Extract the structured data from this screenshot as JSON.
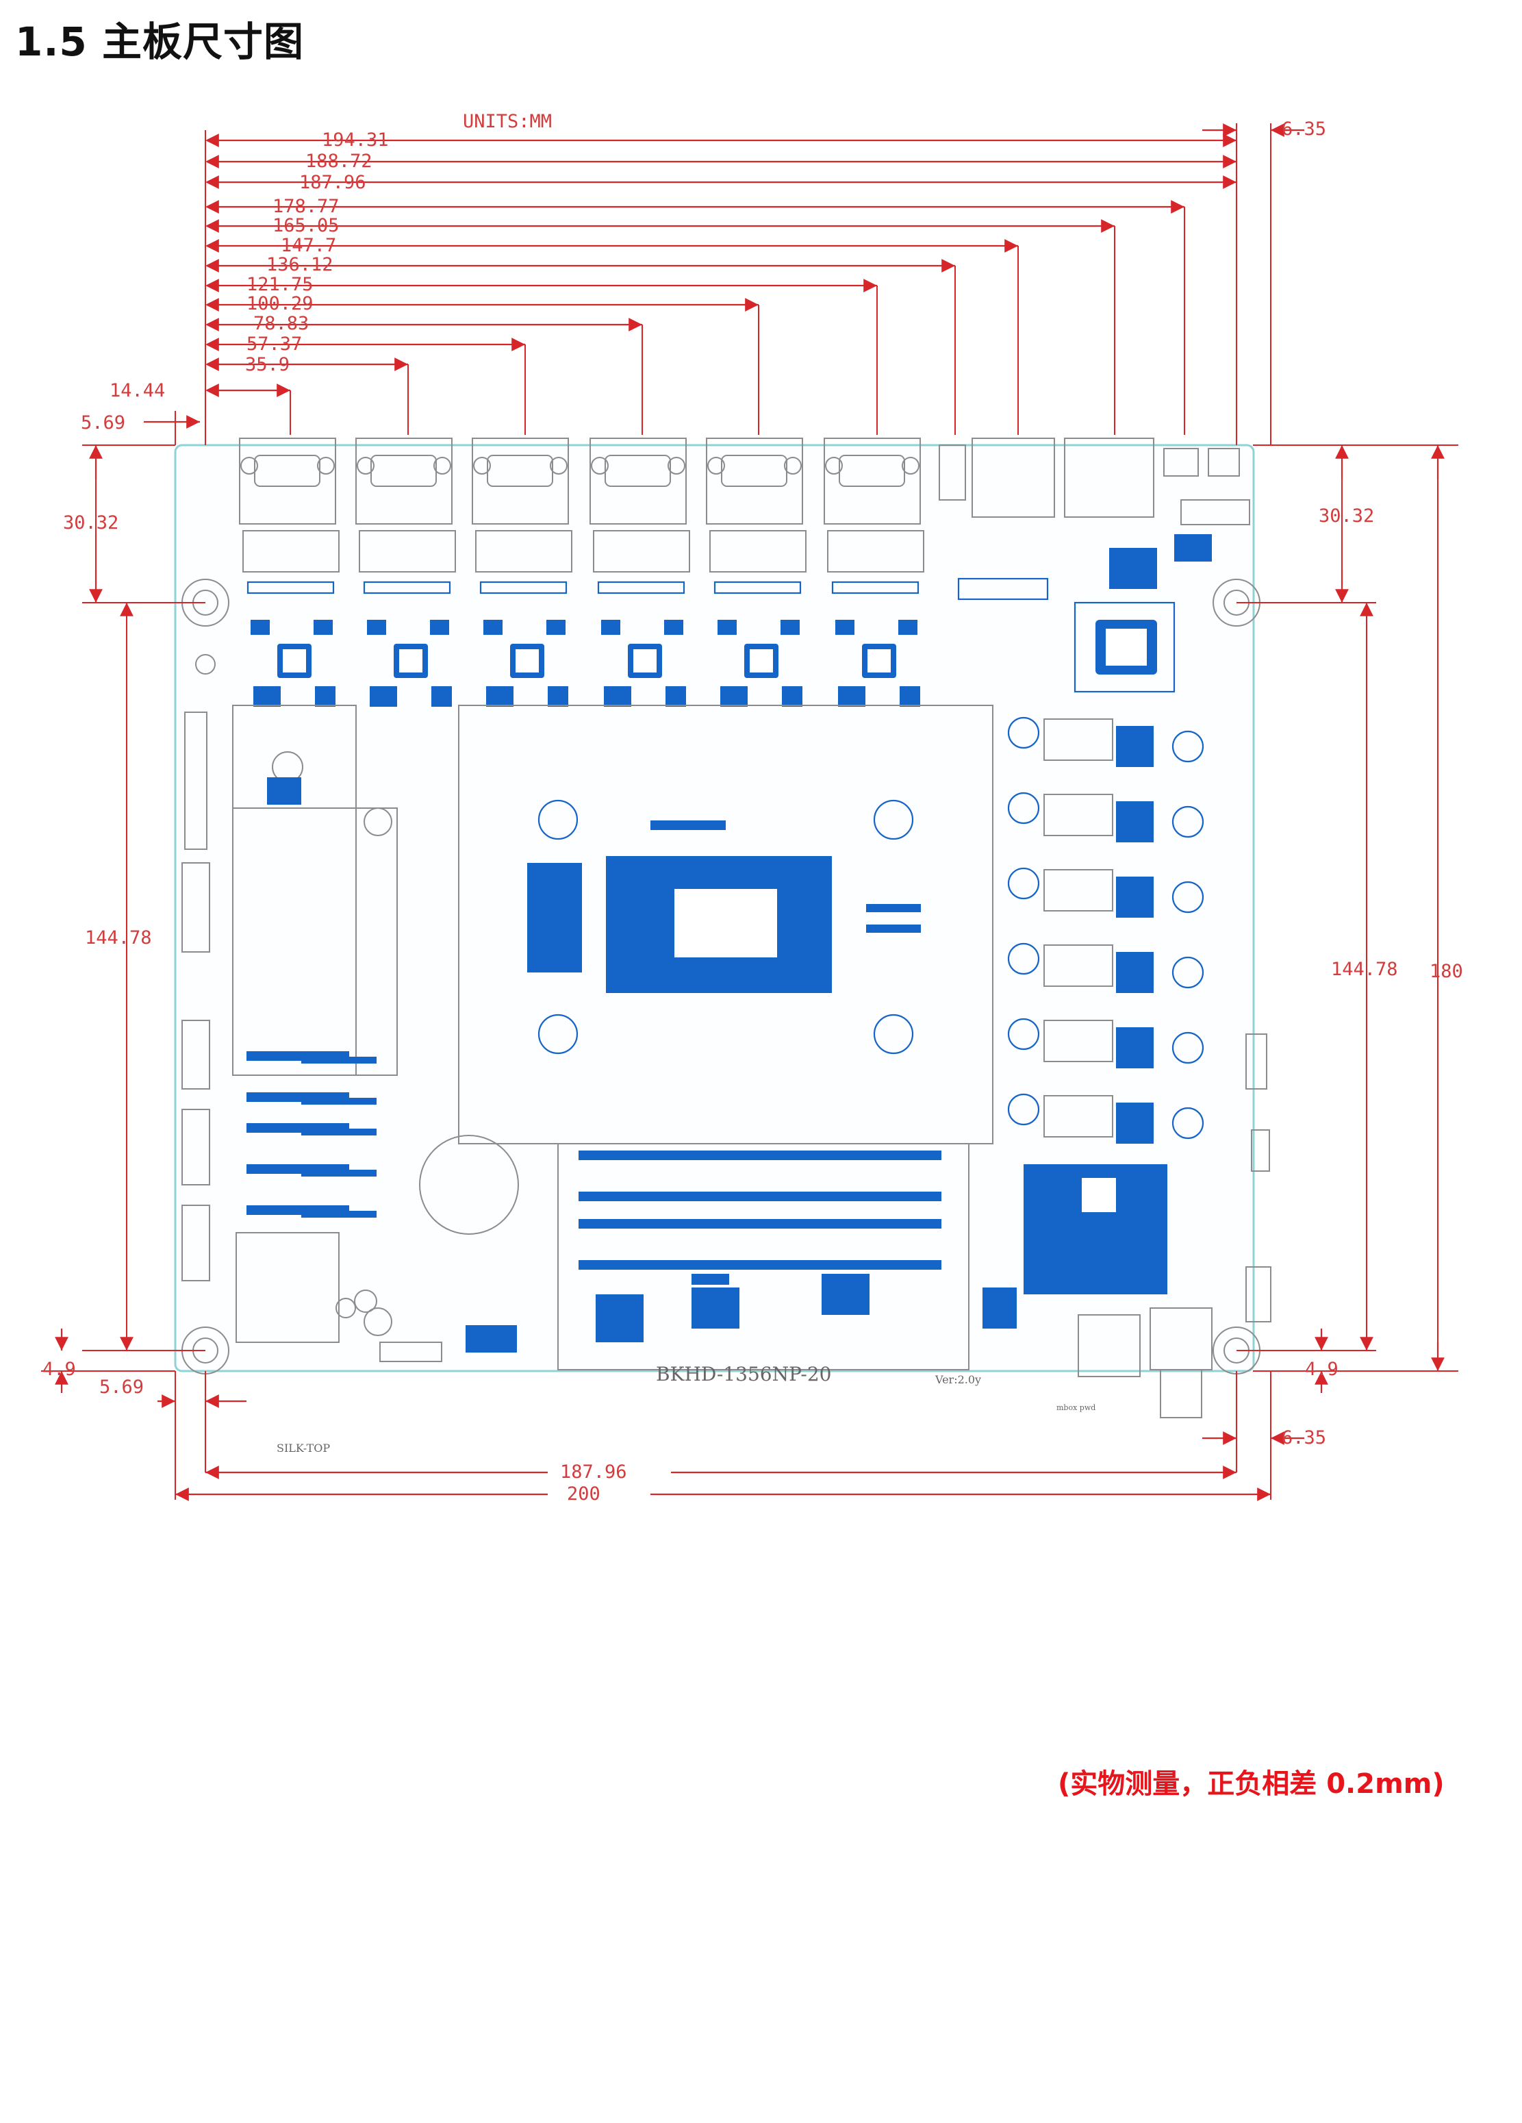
{
  "title": "1.5  主板尺寸图",
  "note": "(实物测量，正负相差 0.2mm)",
  "drawing": {
    "units_label": "UNITS:MM",
    "top_dims": [
      "194.31",
      "188.72",
      "187.96",
      "178.77",
      "165.05",
      "147.7",
      "136.12",
      "121.75",
      "100.29",
      "78.83",
      "57.37",
      "35.9",
      "14.44"
    ],
    "left_offset_top": "5.69",
    "left_offset_bottom": "5.69",
    "right_offset_top": "6.35",
    "right_offset_bottom": "6.35",
    "left_vertical": {
      "upper": "30.32",
      "middle": "144.78",
      "lower": "4.9"
    },
    "right_vertical": {
      "upper": "30.32",
      "middle": "144.78",
      "lower": "4.9",
      "total": "180"
    },
    "bottom_dims": {
      "inner": "187.96",
      "total": "200"
    },
    "board_model": "BKHD-1356NP-20",
    "board_version": "Ver:2.0y",
    "silk_label": "SILK-TOP",
    "small_label": "mbox pwd"
  }
}
